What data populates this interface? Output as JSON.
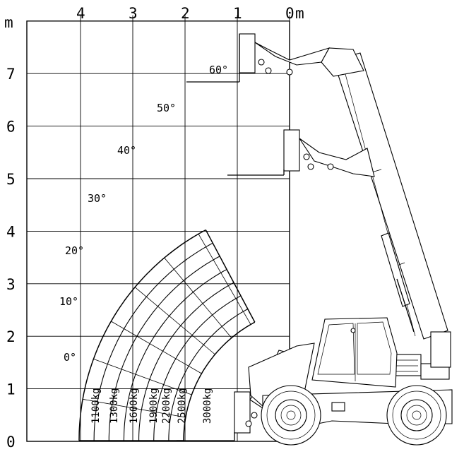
{
  "axes": {
    "x_unit": "m",
    "y_unit": "m",
    "x_ticks": [
      "4",
      "3",
      "2",
      "1",
      "0"
    ],
    "y_ticks": [
      "7",
      "6",
      "5",
      "4",
      "3",
      "2",
      "1",
      "0"
    ]
  },
  "angles": [
    {
      "label": "60°",
      "deg": 60
    },
    {
      "label": "50°",
      "deg": 50
    },
    {
      "label": "40°",
      "deg": 40
    },
    {
      "label": "30°",
      "deg": 30
    },
    {
      "label": "20°",
      "deg": 20
    },
    {
      "label": "10°",
      "deg": 10
    },
    {
      "label": "0°",
      "deg": 0
    }
  ],
  "load_zones": [
    {
      "label": "1100kg"
    },
    {
      "label": "1300kg"
    },
    {
      "label": "1600kg"
    },
    {
      "label": "1900kg"
    },
    {
      "label": "2200kg"
    },
    {
      "label": "2500kg"
    },
    {
      "label": "3000kg"
    }
  ],
  "machine": {
    "icon": "telehandler-icon"
  }
}
